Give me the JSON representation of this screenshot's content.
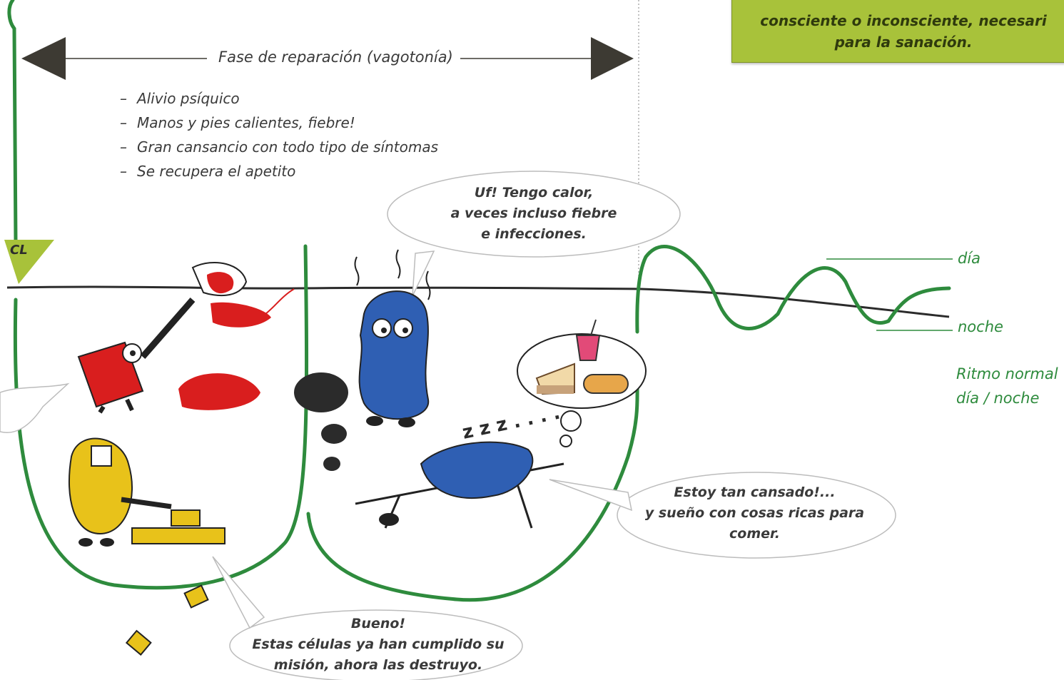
{
  "phase_label": "Fase de reparación (vagotonía)",
  "symptoms": [
    "Alivio psíquico",
    "Manos y pies calientes, fiebre!",
    "Gran cansancio con todo tipo de síntomas",
    "Se recupera el apetito"
  ],
  "symptom_dash": "–",
  "callout": {
    "line1": "consciente o inconsciente, necesari",
    "line2": "para la sanación."
  },
  "cl_marker": "CL",
  "bubbles": {
    "heat": [
      "Uf! Tengo calor,",
      "a veces incluso fiebre",
      "e infecciones."
    ],
    "tired": [
      "Estoy tan cansado!...",
      "y sueño con cosas ricas para",
      "comer."
    ],
    "good": [
      "Bueno!",
      "Estas células ya han cumplido su",
      "misión, ahora las destruyo."
    ]
  },
  "sleep_text": "z z z . . . .",
  "rhythm": {
    "day": "día",
    "night": "noche",
    "title_line1": "Ritmo normal",
    "title_line2": "día / noche"
  },
  "colors": {
    "curve_green": "#2e8b3d",
    "callout_green": "#a8c23a",
    "baseline": "#2b2b2b",
    "arrow_dark": "#3d3a33",
    "cell_red": "#d91e1e",
    "cell_blue": "#2f5fb3",
    "cell_yellow": "#e8c21a"
  }
}
